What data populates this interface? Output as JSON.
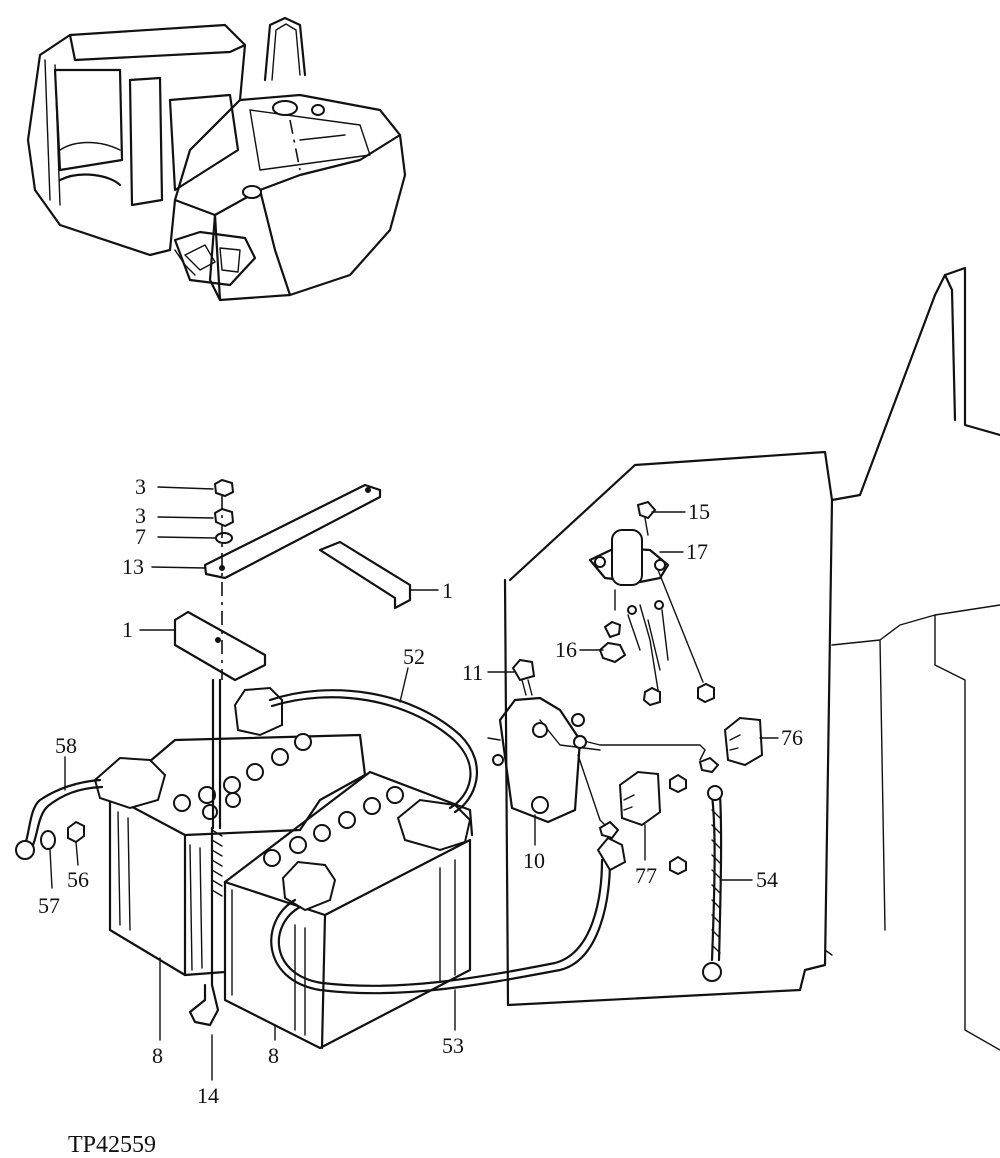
{
  "diagram": {
    "code": "TP42559",
    "callouts": [
      {
        "id": "c3a",
        "text": "3"
      },
      {
        "id": "c3b",
        "text": "3"
      },
      {
        "id": "c7",
        "text": "7"
      },
      {
        "id": "c13",
        "text": "13"
      },
      {
        "id": "c1a",
        "text": "1"
      },
      {
        "id": "c1b",
        "text": "1"
      },
      {
        "id": "c52",
        "text": "52"
      },
      {
        "id": "c58",
        "text": "58"
      },
      {
        "id": "c56",
        "text": "56"
      },
      {
        "id": "c57",
        "text": "57"
      },
      {
        "id": "c8a",
        "text": "8"
      },
      {
        "id": "c8b",
        "text": "8"
      },
      {
        "id": "c14",
        "text": "14"
      },
      {
        "id": "c53",
        "text": "53"
      },
      {
        "id": "c11",
        "text": "11"
      },
      {
        "id": "c10",
        "text": "10"
      },
      {
        "id": "c15",
        "text": "15"
      },
      {
        "id": "c17",
        "text": "17"
      },
      {
        "id": "c16",
        "text": "16"
      },
      {
        "id": "c76",
        "text": "76"
      },
      {
        "id": "c77",
        "text": "77"
      },
      {
        "id": "c54",
        "text": "54"
      }
    ]
  }
}
